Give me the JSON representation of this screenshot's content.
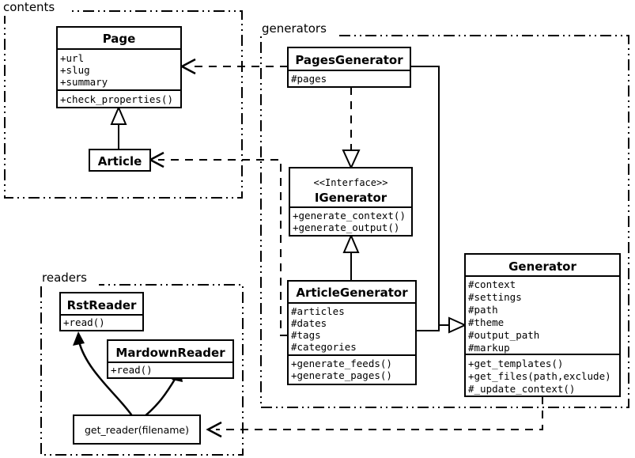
{
  "diagram": {
    "type": "uml-class-diagram",
    "packages": [
      {
        "id": "contents",
        "label": "contents"
      },
      {
        "id": "generators",
        "label": "generators"
      },
      {
        "id": "readers",
        "label": "readers"
      }
    ],
    "classes": [
      {
        "id": "page",
        "name": "Page",
        "stereotype": "",
        "attributes": [
          "+url",
          "+slug",
          "+summary"
        ],
        "methods": [
          "+check_properties()"
        ]
      },
      {
        "id": "article",
        "name": "Article",
        "stereotype": "",
        "attributes": [],
        "methods": []
      },
      {
        "id": "pages_generator",
        "name": "PagesGenerator",
        "stereotype": "",
        "attributes": [
          "#pages"
        ],
        "methods": []
      },
      {
        "id": "igenerator",
        "name": "IGenerator",
        "stereotype": "<<Interface>>",
        "attributes": [],
        "methods": [
          "+generate_context()",
          "+generate_output()"
        ]
      },
      {
        "id": "article_generator",
        "name": "ArticleGenerator",
        "stereotype": "",
        "attributes": [
          "#articles",
          "#dates",
          "#tags",
          "#categories"
        ],
        "methods": [
          "+generate_feeds()",
          "+generate_pages()"
        ]
      },
      {
        "id": "generator",
        "name": "Generator",
        "stereotype": "",
        "attributes": [
          "#context",
          "#settings",
          "#path",
          "#theme",
          "#output_path",
          "#markup"
        ],
        "methods": [
          "+get_templates()",
          "+get_files(path,exclude)",
          "#_update_context()"
        ]
      },
      {
        "id": "rst_reader",
        "name": "RstReader",
        "stereotype": "",
        "attributes": [],
        "methods": [
          "+read()"
        ]
      },
      {
        "id": "mardown_reader",
        "name": "MardownReader",
        "stereotype": "",
        "attributes": [],
        "methods": [
          "+read()"
        ]
      }
    ],
    "functions": [
      {
        "id": "get_reader",
        "label": "get_reader(filename)"
      }
    ],
    "relations": [
      {
        "id": "article-inherits-page",
        "kind": "generalization",
        "from": "article",
        "to": "page"
      },
      {
        "id": "pagesgen-inherits-igenerator",
        "kind": "realization",
        "from": "pages_generator",
        "to": "igenerator"
      },
      {
        "id": "articlegen-inherits-igenerator",
        "kind": "generalization",
        "from": "article_generator",
        "to": "igenerator"
      },
      {
        "id": "pagesgen-inherits-generator",
        "kind": "generalization",
        "from": "pages_generator",
        "to": "generator"
      },
      {
        "id": "articlegen-inherits-generator",
        "kind": "generalization",
        "from": "article_generator",
        "to": "generator"
      },
      {
        "id": "pagesgen-uses-page",
        "kind": "dependency",
        "from": "pages_generator",
        "to": "page"
      },
      {
        "id": "articlegen-uses-article",
        "kind": "dependency",
        "from": "article_generator",
        "to": "article"
      },
      {
        "id": "generator-uses-get-reader",
        "kind": "dependency",
        "from": "generator",
        "to": "get_reader"
      },
      {
        "id": "get-reader-creates-rst",
        "kind": "creation",
        "from": "get_reader",
        "to": "rst_reader"
      },
      {
        "id": "get-reader-creates-mardown",
        "kind": "creation",
        "from": "get_reader",
        "to": "mardown_reader"
      }
    ],
    "colors": {
      "background": "#ffffff",
      "stroke": "#000000",
      "fill": "#ffffff"
    }
  }
}
